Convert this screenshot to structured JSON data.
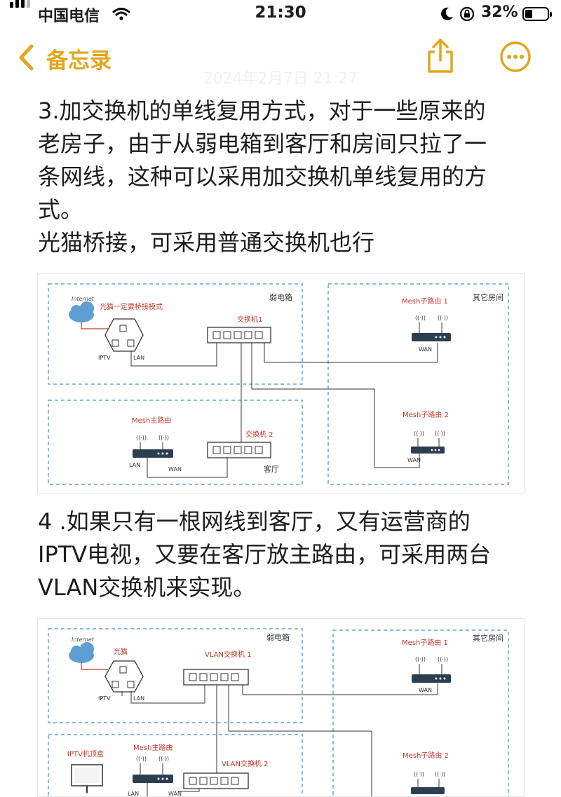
{
  "status_bar": {
    "carrier": "中国电信",
    "time": "21:30",
    "battery_percent": "32%",
    "battery_level": 0.32
  },
  "nav": {
    "back_label": "备忘录",
    "date_watermark": "2024年2月7日 21:27",
    "accent_color": "#e3a61c",
    "icons": [
      "chevron-left-icon",
      "share-icon",
      "more-icon"
    ]
  },
  "note": {
    "paragraph1_lines": [
      "3.加交换机的单线复用方式，对于一些原来的",
      "老房子，由于从弱电箱到客厅和房间只拉了一",
      "条网线，这种可以采用加交换机单线复用的方",
      "式。",
      "光猫桥接，可采用普通交换机也行"
    ],
    "paragraph2_lines": [
      " 4 .如果只有一根网线到客厅，又有运营商的",
      "IPTV电视，又要在客厅放主路由，可采用两台",
      "VLAN交换机来实现。"
    ]
  },
  "diagram1": {
    "box_weak": "弱电箱",
    "box_other": "其它房间",
    "box_living": "客厅",
    "internet": "Internet",
    "modem_note": "光猫一定要桥接模式",
    "iptv": "IPTV",
    "lan": "LAN",
    "switch1": "交换机1",
    "switch2": "交换机 2",
    "mesh_main": "Mesh主路由",
    "mesh_sub1": "Mesh子路由 1",
    "mesh_sub2": "Mesh子路由 2",
    "wan": "WAN"
  },
  "diagram2": {
    "box_weak": "弱电箱",
    "box_other": "其它房间",
    "internet": "Internet",
    "modem": "光猫",
    "iptv": "IPTV",
    "lan": "LAN",
    "switch1": "VLAN交换机 1",
    "switch2": "VLAN交换机 2",
    "iptv_box": "IPTV机顶盒",
    "mesh_main": "Mesh主路由",
    "mesh_sub1": "Mesh子路由 1",
    "mesh_sub2": "Mesh子路由 2",
    "wan": "WAN"
  }
}
